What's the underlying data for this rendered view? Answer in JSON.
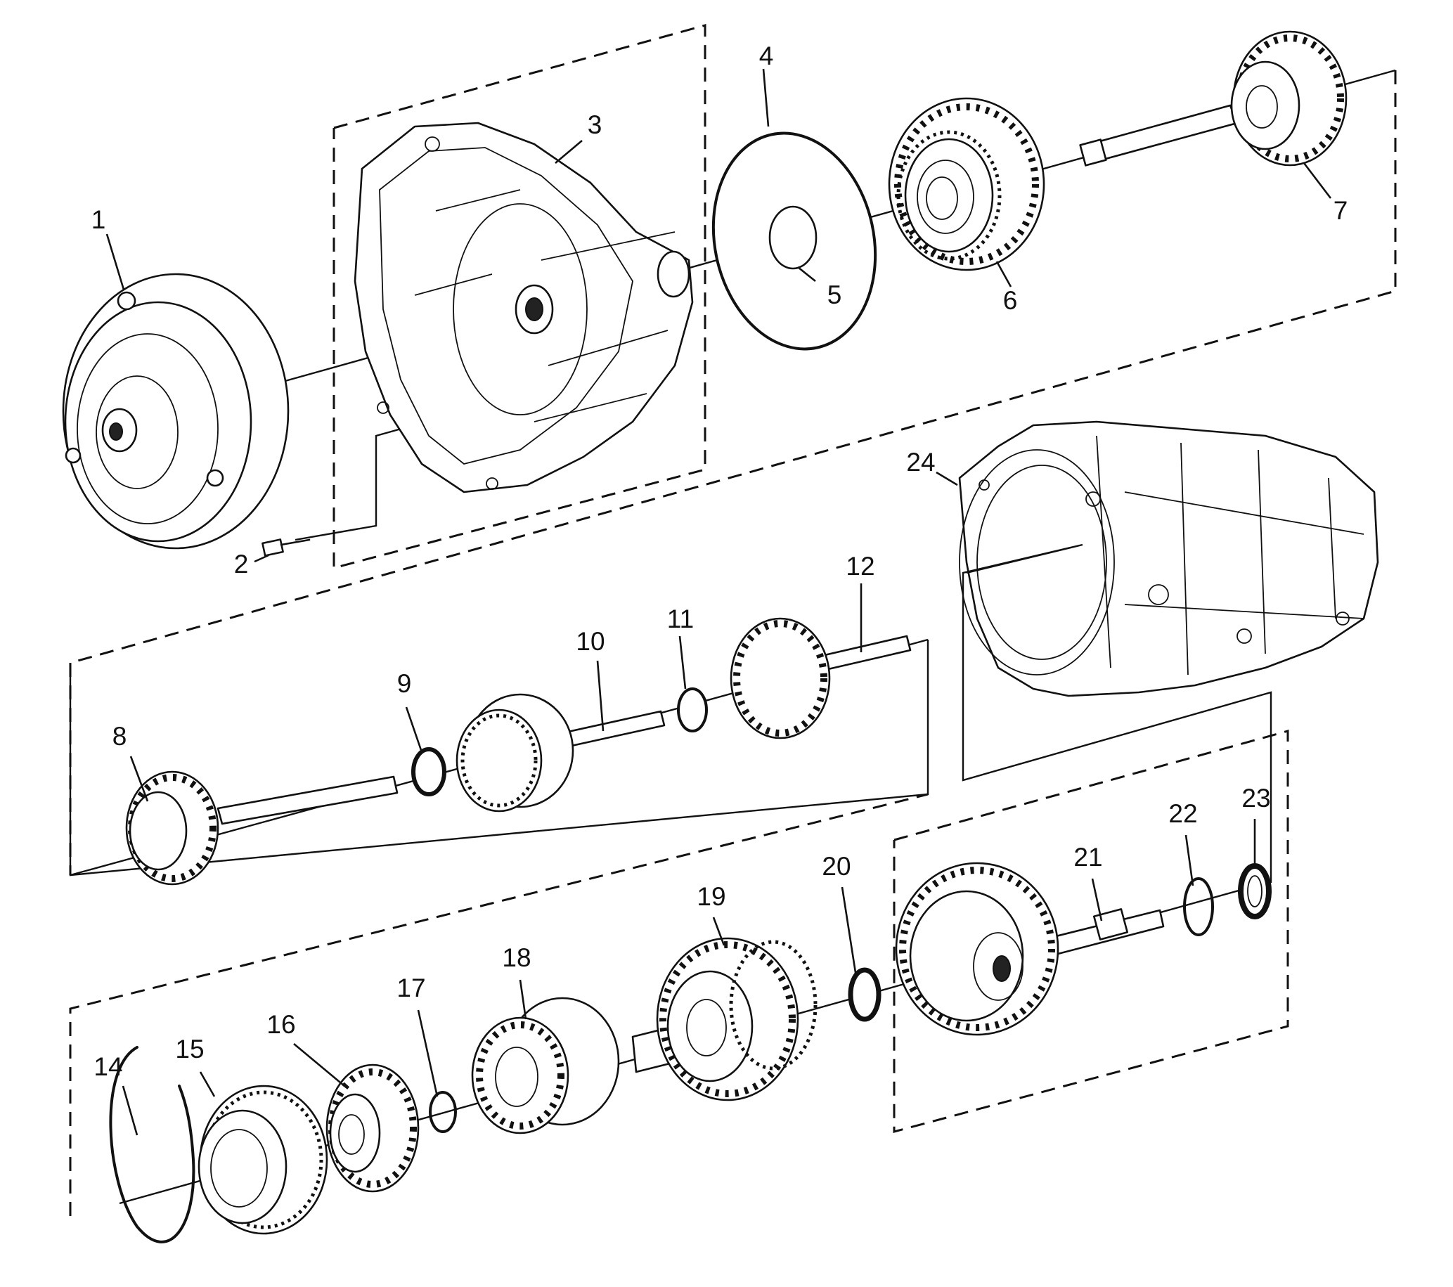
{
  "callouts": [
    {
      "id": "1",
      "label": "1"
    },
    {
      "id": "2",
      "label": "2"
    },
    {
      "id": "3",
      "label": "3"
    },
    {
      "id": "4",
      "label": "4"
    },
    {
      "id": "5",
      "label": "5"
    },
    {
      "id": "6",
      "label": "6"
    },
    {
      "id": "7",
      "label": "7"
    },
    {
      "id": "8",
      "label": "8"
    },
    {
      "id": "9",
      "label": "9"
    },
    {
      "id": "10",
      "label": "10"
    },
    {
      "id": "11",
      "label": "11"
    },
    {
      "id": "12",
      "label": "12"
    },
    {
      "id": "14",
      "label": "14"
    },
    {
      "id": "15",
      "label": "15"
    },
    {
      "id": "16",
      "label": "16"
    },
    {
      "id": "17",
      "label": "17"
    },
    {
      "id": "18",
      "label": "18"
    },
    {
      "id": "19",
      "label": "19"
    },
    {
      "id": "20",
      "label": "20"
    },
    {
      "id": "21",
      "label": "21"
    },
    {
      "id": "22",
      "label": "22"
    },
    {
      "id": "23",
      "label": "23"
    },
    {
      "id": "24",
      "label": "24"
    }
  ]
}
